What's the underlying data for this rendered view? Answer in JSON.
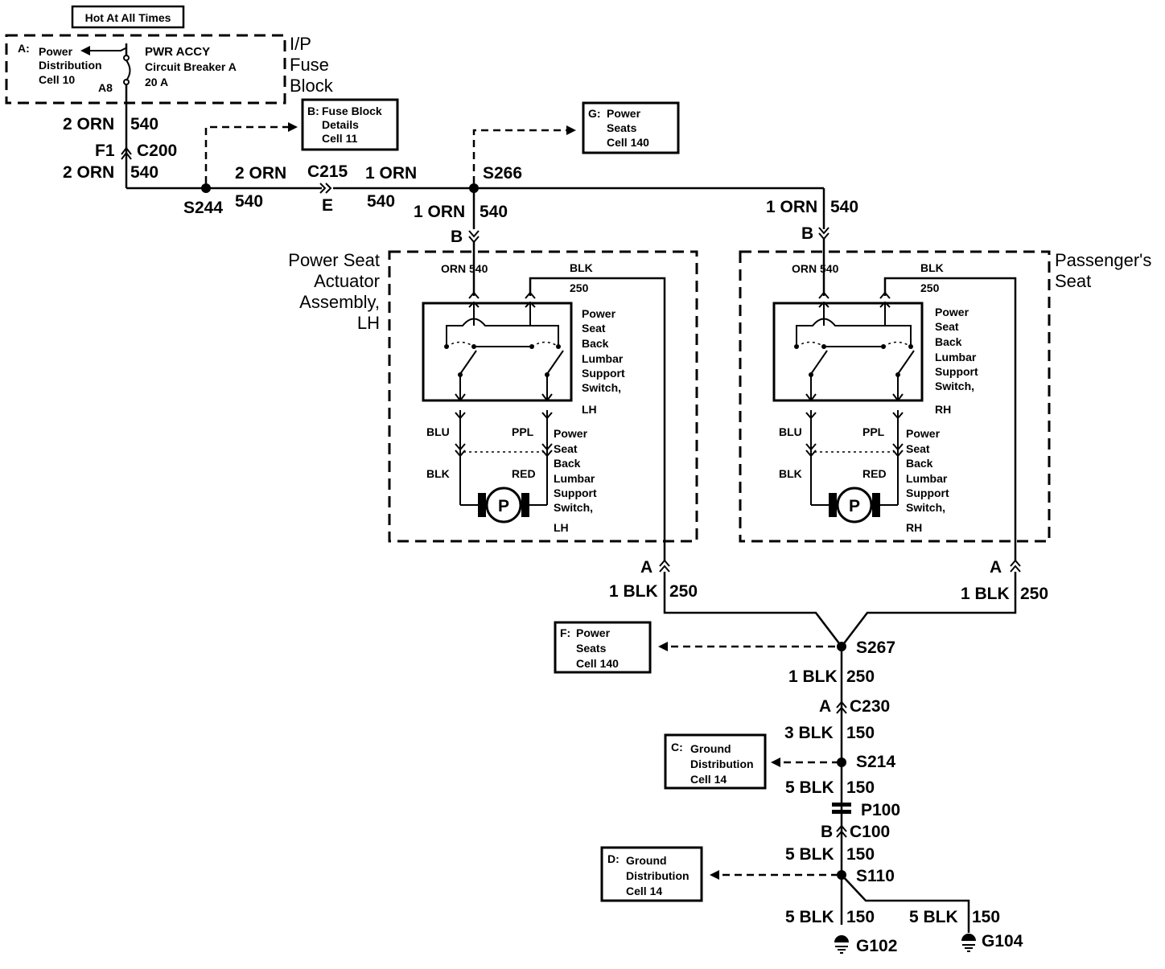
{
  "hot_label": "Hot At All Times",
  "fuse_block": {
    "title_lines": [
      "I/P",
      "Fuse",
      "Block"
    ],
    "ref": "A:",
    "ref_lines": [
      "Power",
      "Distribution",
      "Cell 10"
    ],
    "breaker_lines": [
      "PWR ACCY",
      "Circuit Breaker  A",
      "20 A"
    ],
    "pin": "A8"
  },
  "refs": {
    "b": {
      "letter": "B:",
      "lines": [
        "Fuse Block",
        "Details",
        "Cell 11"
      ]
    },
    "g": {
      "letter": "G:",
      "lines": [
        "Power",
        "Seats",
        "Cell 140"
      ]
    },
    "f": {
      "letter": "F:",
      "lines": [
        "Power",
        "Seats",
        "Cell 140"
      ]
    },
    "c": {
      "letter": "C:",
      "lines": [
        "Ground",
        "Distribution",
        "Cell 14"
      ]
    },
    "d": {
      "letter": "D:",
      "lines": [
        "Ground",
        "Distribution",
        "Cell 14"
      ]
    }
  },
  "wires": {
    "w2orn": "2 ORN",
    "c540": "540",
    "f1": "F1",
    "c200": "C200",
    "c215": "C215",
    "w1orn": "1 ORN",
    "e": "E",
    "s244": "S244",
    "s266": "S266",
    "b": "B",
    "a": "A",
    "w1blk": "1 BLK",
    "c250": "250",
    "s267": "S267",
    "c230": "C230",
    "w3blk": "3 BLK",
    "c150": "150",
    "s214": "S214",
    "w5blk": "5 BLK",
    "p100": "P100",
    "c100": "C100",
    "s110": "S110",
    "g102": "G102",
    "g104": "G104"
  },
  "left_seat": {
    "title_lines": [
      "Power Seat",
      "Actuator",
      "Assembly,",
      "LH"
    ],
    "orn540": "ORN 540",
    "blk": "BLK",
    "n250": "250",
    "switch_lines": [
      "Power",
      "Seat",
      "Back",
      "Lumbar",
      "Support",
      "Switch,",
      "LH"
    ],
    "blu": "BLU",
    "ppl": "PPL",
    "blk2": "BLK",
    "red": "RED",
    "motor": "P",
    "motor_lines": [
      "Power",
      "Seat",
      "Back",
      "Lumbar",
      "Support",
      "Switch,",
      "LH"
    ]
  },
  "right_seat": {
    "title_lines": [
      "Passenger's",
      "Seat"
    ],
    "orn540": "ORN 540",
    "blk": "BLK",
    "n250": "250",
    "switch_lines": [
      "Power",
      "Seat",
      "Back",
      "Lumbar",
      "Support",
      "Switch,",
      "RH"
    ],
    "blu": "BLU",
    "ppl": "PPL",
    "blk2": "BLK",
    "red": "RED",
    "motor": "P",
    "motor_lines": [
      "Power",
      "Seat",
      "Back",
      "Lumbar",
      "Support",
      "Switch,",
      "RH"
    ]
  }
}
